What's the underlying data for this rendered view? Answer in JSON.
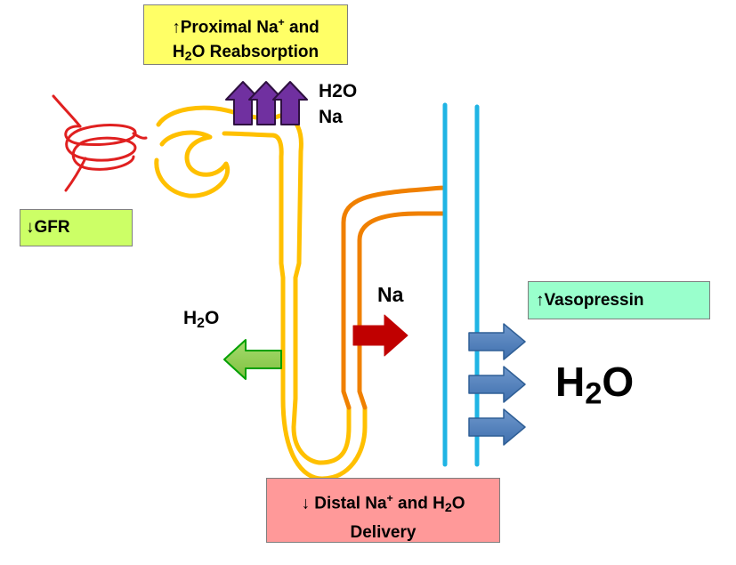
{
  "labels": {
    "proximal_line1_prefix": "↑Proximal Na",
    "proximal_line1_sup": "+",
    "proximal_line1_suffix": " and",
    "proximal_line2_h": "H",
    "proximal_line2_sub": "2",
    "proximal_line2_suffix": "O Reabsorption",
    "top_h2o": "H2O",
    "top_na": "Na",
    "gfr": "↓GFR",
    "left_h2o_h": "H",
    "left_h2o_sub": "2",
    "left_h2o_o": "O",
    "mid_na": "Na",
    "vasopressin": "↑Vasopressin",
    "right_h2o_h": "H",
    "right_h2o_sub": "2",
    "right_h2o_o": "O",
    "distal_line1_prefix": "↓ Distal Na",
    "distal_line1_sup": "+",
    "distal_line1_mid": " and H",
    "distal_line1_sub": "2",
    "distal_line1_suffix": "O",
    "distal_line2": "Delivery"
  },
  "colors": {
    "tubule_yellow": "#ffc000",
    "tubule_orange": "#f08000",
    "collecting_duct": "#1fb4e4",
    "glomerulus": "#e02020",
    "arrow_purple": "#7030a0",
    "arrow_green": "#92d050",
    "arrow_red": "#c00000",
    "arrow_blue": "#4f81bd"
  }
}
